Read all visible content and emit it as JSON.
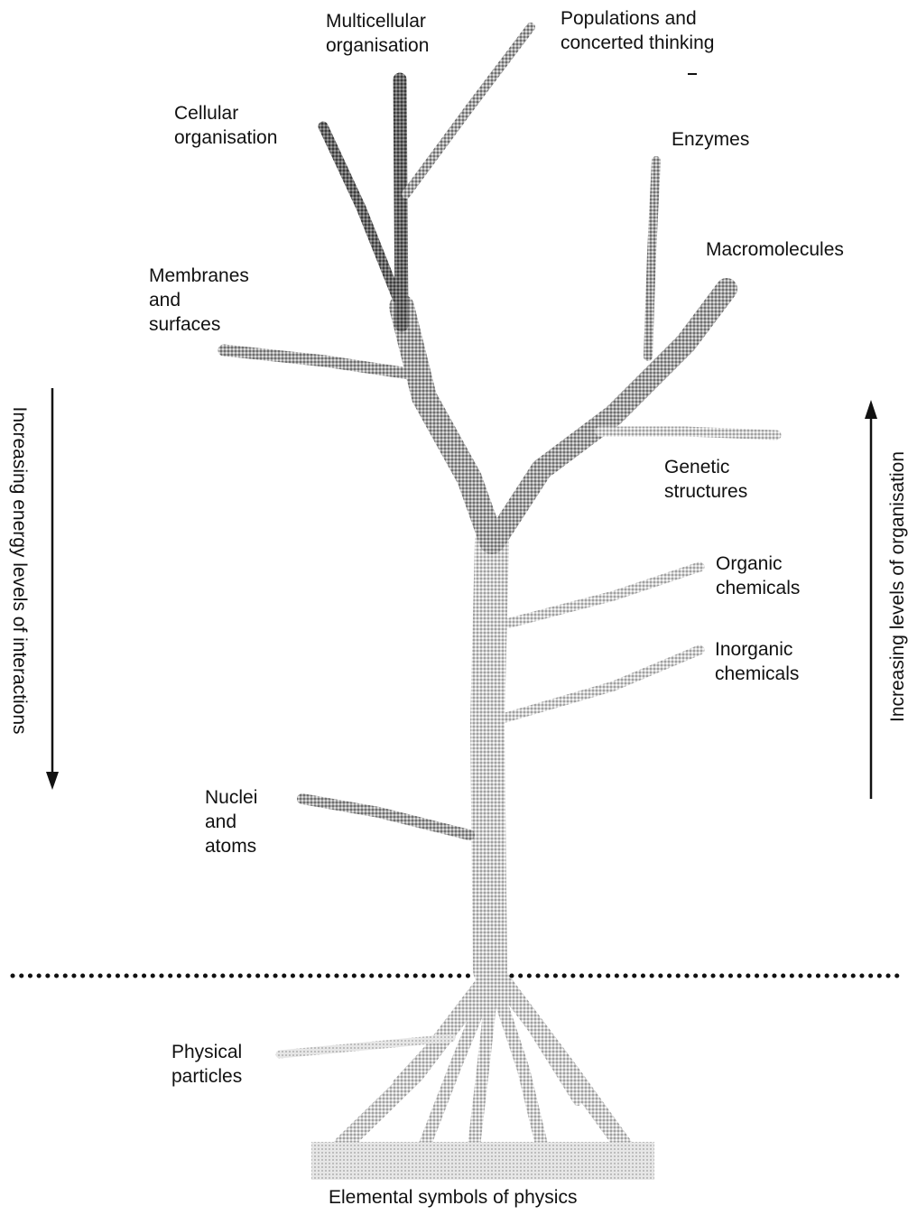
{
  "labels": {
    "multicellular": "Multicellular\norganisation",
    "populations": "Populations and\nconcerted thinking",
    "cellular": "Cellular\norganisation",
    "enzymes": "Enzymes",
    "macromolecules": "Macromolecules",
    "membranes": "Membranes\nand\nsurfaces",
    "genetic": "Genetic\nstructures",
    "organic": "Organic\nchemicals",
    "inorganic": "Inorganic\nchemicals",
    "nuclei": "Nuclei\nand\natoms",
    "physical": "Physical\nparticles",
    "elemental": "Elemental symbols of physics"
  },
  "axes": {
    "left": "Increasing energy levels of interactions",
    "right": "Increasing levels of organisation"
  },
  "colors": {
    "ink": "#111111",
    "branch_dark": "#555555",
    "branch_mid": "#8a8a8a",
    "branch_light": "#b9b9b9"
  }
}
